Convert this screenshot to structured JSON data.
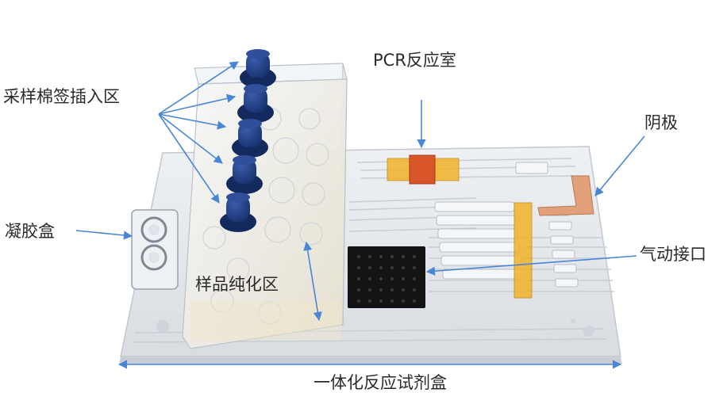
{
  "labels": {
    "swab_insert_zone": "采样棉签插入区",
    "pcr_chamber": "PCR反应室",
    "cathode": "阴极",
    "gel_box": "凝胶盒",
    "air_port": "气动接口",
    "sample_purification_zone": "样品纯化区",
    "integrated_kit": "一体化反应试剂盒"
  },
  "colors": {
    "arrow": "#4a86d6",
    "caps": "#1f3f86",
    "pcr_heater": "#d8562a",
    "amber_strip": "#f2b22a",
    "copper": "#e1a07a",
    "chip": "#141414"
  }
}
